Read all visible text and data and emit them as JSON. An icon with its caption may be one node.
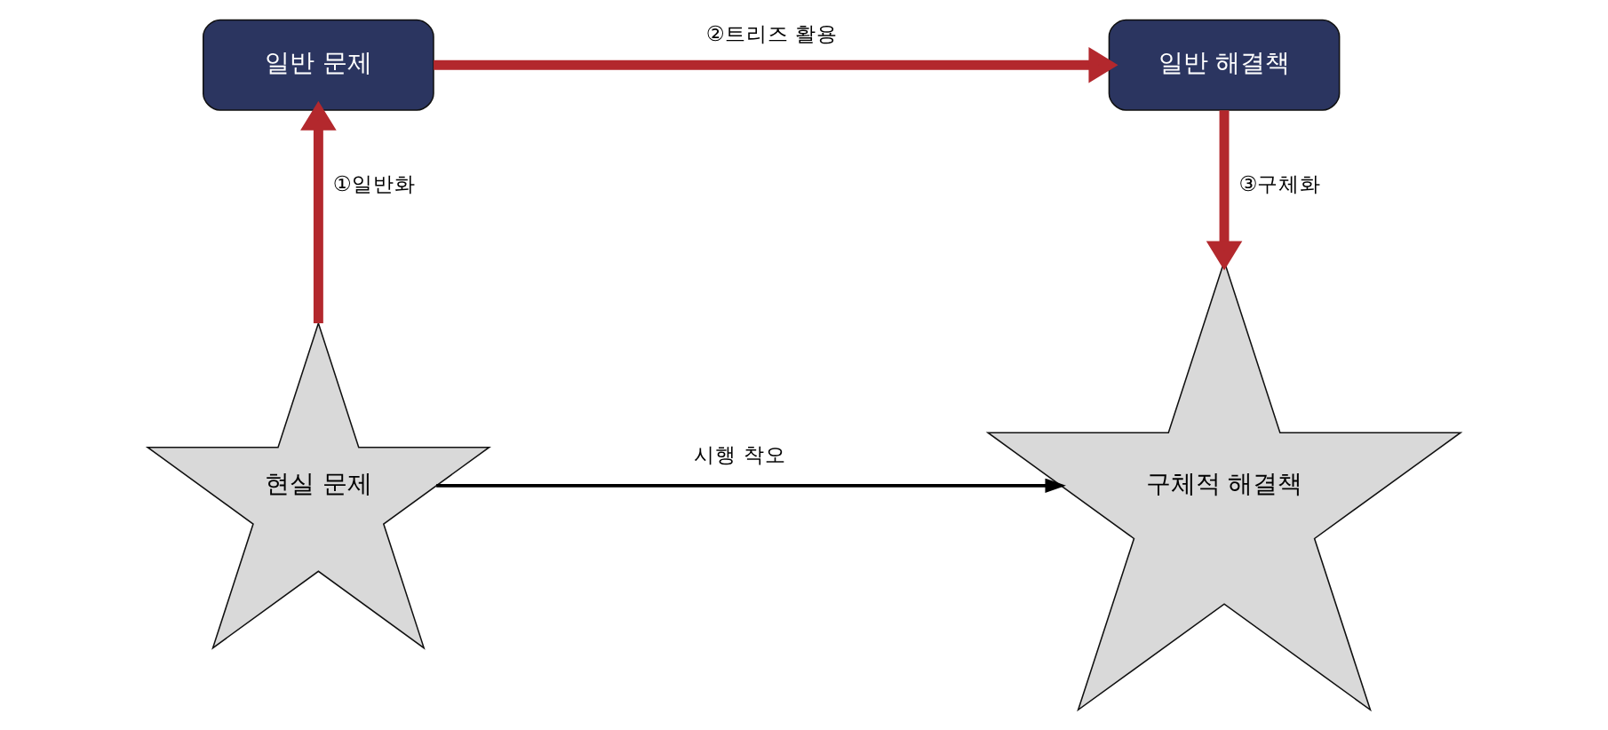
{
  "diagram": {
    "nodes": [
      {
        "text": [
          "일반 문제"
        ]
      },
      {
        "text": [
          "일반 해결책"
        ]
      },
      {
        "text": [
          "현실 문제"
        ]
      },
      {
        "text": [
          "구체적 해결책"
        ]
      }
    ],
    "edges": [
      {
        "from": 2,
        "to": 0,
        "arrow": "to",
        "label": "①일반화"
      },
      {
        "from": 0,
        "to": 1,
        "arrow": "to",
        "label": "②트리즈 활용"
      },
      {
        "from": 1,
        "to": 3,
        "arrow": "to",
        "label": "③구체화"
      },
      {
        "from": 2,
        "to": 3,
        "arrow": "to",
        "label": "시행 착오",
        "color": "#000000"
      }
    ]
  }
}
